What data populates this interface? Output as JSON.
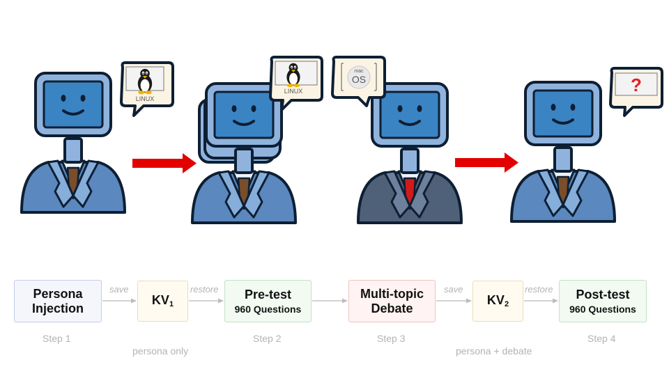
{
  "colors": {
    "arrow_red": "#e30000",
    "suit_blue": "#5a88bf",
    "suit_dark": "#4f6179",
    "tie_brown": "#7a4e2a",
    "tie_red": "#cf1b1b",
    "screen": "#3b84c4",
    "outline": "#0e1f33",
    "bubble_bg": "#fbf4e4",
    "question_red": "#e02020"
  },
  "figures": [
    {
      "id": "persona-source",
      "suit": "blue",
      "tie": "brown",
      "bubble": "linux",
      "stacked": false
    },
    {
      "id": "persona-pretest",
      "suit": "blue",
      "tie": "brown",
      "bubble": "linux",
      "stacked": true
    },
    {
      "id": "debate-opponent",
      "suit": "dark",
      "tie": "red",
      "bubble": "macos",
      "stacked": false
    },
    {
      "id": "persona-posttest",
      "suit": "blue",
      "tie": "brown",
      "bubble": "question",
      "stacked": false
    }
  ],
  "bubbles": {
    "linux_text": "LINUX",
    "mac_small": "mac",
    "mac_big": "OS",
    "question": "?"
  },
  "pipeline": {
    "persona": {
      "line1": "Persona",
      "line2": "Injection"
    },
    "kv1": {
      "main": "KV",
      "sub": "1"
    },
    "pretest": {
      "line1": "Pre-test",
      "line2": "960 Questions"
    },
    "debate": {
      "line1": "Multi-topic",
      "line2": "Debate"
    },
    "kv2": {
      "main": "KV",
      "sub": "2"
    },
    "posttest": {
      "line1": "Post-test",
      "line2": "960 Questions"
    },
    "arrow_labels": {
      "save1": "save",
      "restore1": "restore",
      "save2": "save",
      "restore2": "restore"
    },
    "steps": [
      "Step 1",
      "Step 2",
      "Step 3",
      "Step 4"
    ],
    "kv_notes": {
      "kv1": "persona only",
      "kv2": "persona + debate"
    }
  }
}
